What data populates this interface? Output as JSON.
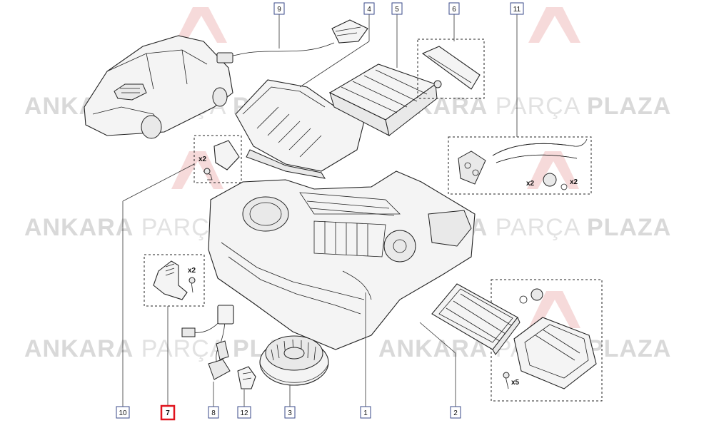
{
  "watermark": {
    "brand_a": "ANKARA",
    "brand_b": "PARÇA",
    "brand_c": "PLAZA"
  },
  "colors": {
    "callout_border": "#3a4a8a",
    "highlight": "#e0141e",
    "watermark": "#d9d9d9"
  },
  "callouts": [
    {
      "id": "9",
      "label": "9"
    },
    {
      "id": "4",
      "label": "4"
    },
    {
      "id": "5",
      "label": "5"
    },
    {
      "id": "6",
      "label": "6"
    },
    {
      "id": "11",
      "label": "11"
    },
    {
      "id": "10",
      "label": "10"
    },
    {
      "id": "7",
      "label": "7",
      "highlighted": true
    },
    {
      "id": "8",
      "label": "8"
    },
    {
      "id": "12",
      "label": "12"
    },
    {
      "id": "3",
      "label": "3"
    },
    {
      "id": "1",
      "label": "1"
    },
    {
      "id": "2",
      "label": "2"
    }
  ],
  "quantities": {
    "q_x2_a": "x2",
    "q_x2_b": "x2",
    "q_x2_c": "x2",
    "q_x2_d": "x2",
    "q_x5": "x5"
  },
  "parts": [
    {
      "id": "car",
      "icon": "car-icon"
    },
    {
      "id": "hvac-housing",
      "icon": "housing-icon"
    },
    {
      "id": "blower-motor",
      "icon": "fan-icon"
    },
    {
      "id": "heater-core",
      "icon": "radiator-icon"
    },
    {
      "id": "cabin-filter",
      "icon": "filter-icon"
    },
    {
      "id": "wiring-harness",
      "icon": "cable-icon"
    },
    {
      "id": "resistor",
      "icon": "resistor-icon"
    },
    {
      "id": "pipes",
      "icon": "pipe-icon"
    }
  ]
}
